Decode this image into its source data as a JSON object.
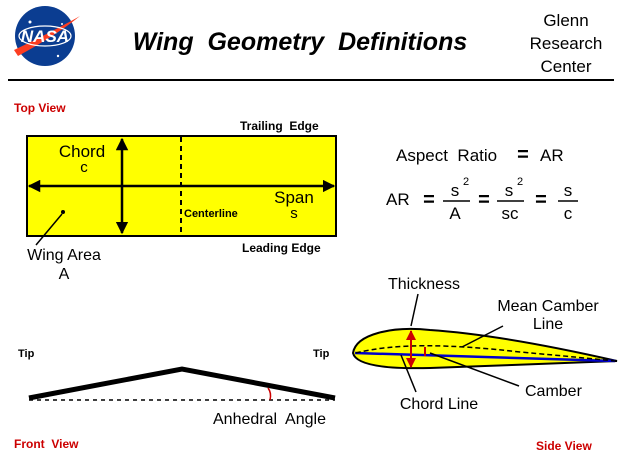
{
  "header": {
    "logo_text": "NASA",
    "title": "Wing  Geometry  Definitions",
    "org_line1": "Glenn",
    "org_line2": "Research",
    "org_line3": "Center"
  },
  "top_view": {
    "section_label": "Top View",
    "trailing_edge": "Trailing  Edge",
    "leading_edge": "Leading Edge",
    "chord_label": "Chord",
    "chord_symbol": "c",
    "span_label": "Span",
    "span_symbol": "s",
    "centerline_label": "Centerline",
    "wing_area_label": "Wing Area",
    "wing_area_symbol": "A"
  },
  "aspect_ratio": {
    "heading": "Aspect  Ratio",
    "equals": "=",
    "abbrev": "AR",
    "f1_num": "s",
    "f1_exp": "2",
    "f1_den": "A",
    "f2_num": "s",
    "f2_exp": "2",
    "f2_den": "sc",
    "f3_num": "s",
    "f3_den": "c"
  },
  "front_view": {
    "section_label": "Front  View",
    "tip_left": "Tip",
    "tip_right": "Tip",
    "anhedral_label": "Anhedral  Angle"
  },
  "side_view": {
    "section_label": "Side View",
    "thickness_label": "Thickness",
    "mean_camber_line1": "Mean Camber",
    "mean_camber_line2": "Line",
    "camber_label": "Camber",
    "chord_line_label": "Chord Line"
  },
  "colors": {
    "wing_fill": "#ffff00",
    "label_red": "#cc0000",
    "chord_line_blue": "#0000cc",
    "logo_blue": "#0b3d91",
    "logo_red": "#fc3d21"
  }
}
